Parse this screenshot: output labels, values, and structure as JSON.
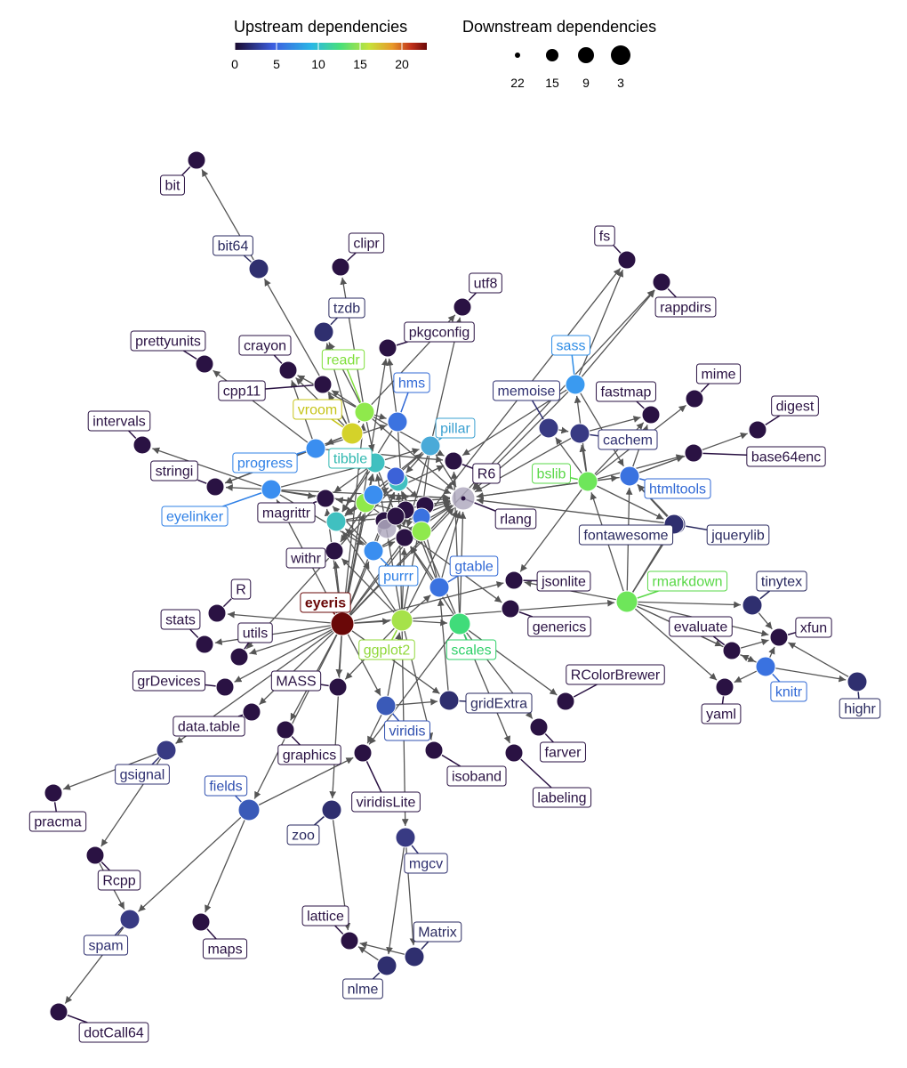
{
  "legend": {
    "color_title": "Upstream dependencies",
    "color_ticks": [
      "0",
      "5",
      "10",
      "15",
      "20"
    ],
    "size_title": "Downstream dependencies",
    "size_ticks": [
      "22",
      "15",
      "9",
      "3"
    ]
  },
  "nodes": [
    {
      "id": "bit",
      "label": "bit",
      "color": "#2a1243",
      "text_color": "#2a1243"
    },
    {
      "id": "bit64",
      "label": "bit64",
      "color": "#2f2f6f",
      "text_color": "#2a2a60"
    },
    {
      "id": "clipr",
      "label": "clipr",
      "color": "#2a1243",
      "text_color": "#2a1243"
    },
    {
      "id": "utf8",
      "label": "utf8",
      "color": "#2a1243",
      "text_color": "#2a1243"
    },
    {
      "id": "tzdb",
      "label": "tzdb",
      "color": "#2f2f6f",
      "text_color": "#2a2a60"
    },
    {
      "id": "pkgconfig",
      "label": "pkgconfig",
      "color": "#2a1243",
      "text_color": "#2a1243"
    },
    {
      "id": "fs",
      "label": "fs",
      "color": "#2a1243",
      "text_color": "#2a1243"
    },
    {
      "id": "rappdirs",
      "label": "rappdirs",
      "color": "#2a1243",
      "text_color": "#2a1243"
    },
    {
      "id": "prettyunits",
      "label": "prettyunits",
      "color": "#2a1243",
      "text_color": "#2a1243"
    },
    {
      "id": "crayon",
      "label": "crayon",
      "color": "#2a1243",
      "text_color": "#2a1243"
    },
    {
      "id": "cpp11",
      "label": "cpp11",
      "color": "#2a1243",
      "text_color": "#2a1243"
    },
    {
      "id": "readr",
      "label": "readr",
      "color": "#8fe94c",
      "text_color": "#7fdf3a"
    },
    {
      "id": "hms",
      "label": "hms",
      "color": "#3c73e0",
      "text_color": "#3068d5"
    },
    {
      "id": "sass",
      "label": "sass",
      "color": "#3a9af0",
      "text_color": "#2f8de6"
    },
    {
      "id": "memoise",
      "label": "memoise",
      "color": "#383a83",
      "text_color": "#2f3070"
    },
    {
      "id": "fastmap",
      "label": "fastmap",
      "color": "#2a1243",
      "text_color": "#2a1243"
    },
    {
      "id": "mime",
      "label": "mime",
      "color": "#2a1243",
      "text_color": "#2a1243"
    },
    {
      "id": "digest",
      "label": "digest",
      "color": "#2a1243",
      "text_color": "#2a1243"
    },
    {
      "id": "intervals",
      "label": "intervals",
      "color": "#2a1243",
      "text_color": "#2a1243"
    },
    {
      "id": "vroom",
      "label": "vroom",
      "color": "#d4d22a",
      "text_color": "#c6c41a"
    },
    {
      "id": "pillar",
      "label": "pillar",
      "color": "#4aaad8",
      "text_color": "#3aa0d0"
    },
    {
      "id": "cachem",
      "label": "cachem",
      "color": "#383a83",
      "text_color": "#2f3070"
    },
    {
      "id": "progress",
      "label": "progress",
      "color": "#3a8ef0",
      "text_color": "#2f80e6"
    },
    {
      "id": "tibble",
      "label": "tibble",
      "color": "#40c0c0",
      "text_color": "#30b8b0"
    },
    {
      "id": "R6",
      "label": "R6",
      "color": "#2a1243",
      "text_color": "#2a1243"
    },
    {
      "id": "bslib",
      "label": "bslib",
      "color": "#6ee65a",
      "text_color": "#5ad848"
    },
    {
      "id": "base64enc",
      "label": "base64enc",
      "color": "#2a1243",
      "text_color": "#2a1243"
    },
    {
      "id": "stringi",
      "label": "stringi",
      "color": "#2a1243",
      "text_color": "#2a1243"
    },
    {
      "id": "htmltools",
      "label": "htmltools",
      "color": "#3a72e0",
      "text_color": "#3068d5"
    },
    {
      "id": "eyelinker",
      "label": "eyelinker",
      "color": "#3a8ef0",
      "text_color": "#2f80e6"
    },
    {
      "id": "magrittr",
      "label": "magrittr",
      "color": "#2a1243",
      "text_color": "#2a1243"
    },
    {
      "id": "rlang",
      "label": "rlang",
      "color": "#b0aac0",
      "text_color": "#2a1243"
    },
    {
      "id": "fontawesome",
      "label": "fontawesome",
      "color": "#2f2f6f",
      "text_color": "#2a2a60"
    },
    {
      "id": "jquerylib",
      "label": "jquerylib",
      "color": "#2f2f6f",
      "text_color": "#2a2a60"
    },
    {
      "id": "withr",
      "label": "withr",
      "color": "#2a1243",
      "text_color": "#2a1243"
    },
    {
      "id": "gtable",
      "label": "gtable",
      "color": "#3a72e0",
      "text_color": "#3068d5"
    },
    {
      "id": "purrr",
      "label": "purrr",
      "color": "#3a8ef0",
      "text_color": "#2f80e6"
    },
    {
      "id": "jsonlite",
      "label": "jsonlite",
      "color": "#2a1243",
      "text_color": "#2a1243"
    },
    {
      "id": "rmarkdown",
      "label": "rmarkdown",
      "color": "#6ee65a",
      "text_color": "#5ad848"
    },
    {
      "id": "tinytex",
      "label": "tinytex",
      "color": "#2f2f6f",
      "text_color": "#2a2a60"
    },
    {
      "id": "R",
      "label": "R",
      "color": "#2a1243",
      "text_color": "#2a1243"
    },
    {
      "id": "eyeris",
      "label": "eyeris",
      "color": "#6a0808",
      "text_color": "#6a0808"
    },
    {
      "id": "stats",
      "label": "stats",
      "color": "#2a1243",
      "text_color": "#2a1243"
    },
    {
      "id": "utils",
      "label": "utils",
      "color": "#2a1243",
      "text_color": "#2a1243"
    },
    {
      "id": "generics",
      "label": "generics",
      "color": "#2a1243",
      "text_color": "#2a1243"
    },
    {
      "id": "ggplot2",
      "label": "ggplot2",
      "color": "#a6e24a",
      "text_color": "#90d83a"
    },
    {
      "id": "scales",
      "label": "scales",
      "color": "#40dc7a",
      "text_color": "#30d06a"
    },
    {
      "id": "evaluate",
      "label": "evaluate",
      "color": "#2a1243",
      "text_color": "#2a1243"
    },
    {
      "id": "xfun",
      "label": "xfun",
      "color": "#2a1243",
      "text_color": "#2a1243"
    },
    {
      "id": "grDevices",
      "label": "grDevices",
      "color": "#2a1243",
      "text_color": "#2a1243"
    },
    {
      "id": "MASS",
      "label": "MASS",
      "color": "#2a1243",
      "text_color": "#2a1243"
    },
    {
      "id": "RColorBrewer",
      "label": "RColorBrewer",
      "color": "#2a1243",
      "text_color": "#2a1243"
    },
    {
      "id": "knitr",
      "label": "knitr",
      "color": "#3a72e0",
      "text_color": "#3068d5"
    },
    {
      "id": "yaml",
      "label": "yaml",
      "color": "#2a1243",
      "text_color": "#2a1243"
    },
    {
      "id": "highr",
      "label": "highr",
      "color": "#2f2f6f",
      "text_color": "#2a2a60"
    },
    {
      "id": "gridExtra",
      "label": "gridExtra",
      "color": "#2f2f6f",
      "text_color": "#2a2a60"
    },
    {
      "id": "data.table",
      "label": "data.table",
      "color": "#2a1243",
      "text_color": "#2a1243"
    },
    {
      "id": "viridis",
      "label": "viridis",
      "color": "#3a5ab8",
      "text_color": "#3050b0"
    },
    {
      "id": "graphics",
      "label": "graphics",
      "color": "#2a1243",
      "text_color": "#2a1243"
    },
    {
      "id": "farver",
      "label": "farver",
      "color": "#2a1243",
      "text_color": "#2a1243"
    },
    {
      "id": "gsignal",
      "label": "gsignal",
      "color": "#383a83",
      "text_color": "#2f3070"
    },
    {
      "id": "isoband",
      "label": "isoband",
      "color": "#2a1243",
      "text_color": "#2a1243"
    },
    {
      "id": "labeling",
      "label": "labeling",
      "color": "#2a1243",
      "text_color": "#2a1243"
    },
    {
      "id": "fields",
      "label": "fields",
      "color": "#3a5ab8",
      "text_color": "#3050b0"
    },
    {
      "id": "viridisLite",
      "label": "viridisLite",
      "color": "#2a1243",
      "text_color": "#2a1243"
    },
    {
      "id": "pracma",
      "label": "pracma",
      "color": "#2a1243",
      "text_color": "#2a1243"
    },
    {
      "id": "zoo",
      "label": "zoo",
      "color": "#2f2f6f",
      "text_color": "#2a2a60"
    },
    {
      "id": "Rcpp",
      "label": "Rcpp",
      "color": "#2a1243",
      "text_color": "#2a1243"
    },
    {
      "id": "mgcv",
      "label": "mgcv",
      "color": "#383a83",
      "text_color": "#2f3070"
    },
    {
      "id": "spam",
      "label": "spam",
      "color": "#383a83",
      "text_color": "#2f3070"
    },
    {
      "id": "maps",
      "label": "maps",
      "color": "#2a1243",
      "text_color": "#2a1243"
    },
    {
      "id": "lattice",
      "label": "lattice",
      "color": "#2a1243",
      "text_color": "#2a1243"
    },
    {
      "id": "Matrix",
      "label": "Matrix",
      "color": "#2f2f6f",
      "text_color": "#2a2a60"
    },
    {
      "id": "nlme",
      "label": "nlme",
      "color": "#2f2f6f",
      "text_color": "#2a2a60"
    },
    {
      "id": "dotCall64",
      "label": "dotCall64",
      "color": "#2a1243",
      "text_color": "#2a1243"
    },
    {
      "id": "lifecycle",
      "label": "",
      "color": "#2a1243",
      "text_color": "#2a1243"
    },
    {
      "id": "glue",
      "label": "",
      "color": "#2a1243",
      "text_color": "#2a1243"
    },
    {
      "id": "vctrs",
      "label": "",
      "color": "#40c0c0",
      "text_color": "#2a1243"
    },
    {
      "id": "cli",
      "label": "",
      "color": "#40c0c0",
      "text_color": "#2a1243"
    },
    {
      "id": "dplyr",
      "label": "",
      "color": "#8fe94c",
      "text_color": "#2a1243"
    },
    {
      "id": "tidyselect",
      "label": "",
      "color": "#3a8ef0",
      "text_color": "#2a1243"
    },
    {
      "id": "pkgA",
      "label": "",
      "color": "#3c62d8",
      "text_color": "#2a1243"
    },
    {
      "id": "pkgB",
      "label": "",
      "color": "#2a1243",
      "text_color": "#2a1243"
    },
    {
      "id": "pkgC",
      "label": "",
      "color": "#2a1243",
      "text_color": "#2a1243"
    },
    {
      "id": "pkgD",
      "label": "",
      "color": "#3a72e0",
      "text_color": "#2a1243"
    },
    {
      "id": "pkgE",
      "label": "",
      "color": "#2a1243",
      "text_color": "#2a1243"
    },
    {
      "id": "pkgF",
      "label": "",
      "color": "#b0aac0",
      "text_color": "#2a1243"
    },
    {
      "id": "pkgG",
      "label": "",
      "color": "#8fe94c",
      "text_color": "#2a1243"
    },
    {
      "id": "pkgH",
      "label": "",
      "color": "#2a1243",
      "text_color": "#2a1243"
    }
  ],
  "edges": [
    [
      "bit64",
      "bit"
    ],
    [
      "eyeris",
      "pkgconfig"
    ],
    [
      "eyeris",
      "fs"
    ],
    [
      "eyeris",
      "rappdirs"
    ],
    [
      "readr",
      "clipr"
    ],
    [
      "readr",
      "tzdb"
    ],
    [
      "readr",
      "utf8"
    ],
    [
      "readr",
      "crayon"
    ],
    [
      "readr",
      "cpp11"
    ],
    [
      "readr",
      "hms"
    ],
    [
      "readr",
      "vroom"
    ],
    [
      "readr",
      "tibble"
    ],
    [
      "readr",
      "R6"
    ],
    [
      "readr",
      "rlang"
    ],
    [
      "vroom",
      "bit64"
    ],
    [
      "vroom",
      "progress"
    ],
    [
      "vroom",
      "tzdb"
    ],
    [
      "vroom",
      "crayon"
    ],
    [
      "vroom",
      "cpp11"
    ],
    [
      "progress",
      "prettyunits"
    ],
    [
      "progress",
      "crayon"
    ],
    [
      "progress",
      "R6"
    ],
    [
      "progress",
      "hms"
    ],
    [
      "eyelinker",
      "intervals"
    ],
    [
      "eyelinker",
      "stringi"
    ],
    [
      "eyelinker",
      "magrittr"
    ],
    [
      "eyelinker",
      "tibble"
    ],
    [
      "eyelinker",
      "rlang"
    ],
    [
      "eyelinker",
      "purrr"
    ],
    [
      "eyelinker",
      "dplyr"
    ],
    [
      "sass",
      "fs"
    ],
    [
      "sass",
      "rappdirs"
    ],
    [
      "sass",
      "R6"
    ],
    [
      "sass",
      "htmltools"
    ],
    [
      "sass",
      "rlang"
    ],
    [
      "memoise",
      "cachem"
    ],
    [
      "memoise",
      "rlang"
    ],
    [
      "cachem",
      "fastmap"
    ],
    [
      "cachem",
      "rlang"
    ],
    [
      "bslib",
      "sass"
    ],
    [
      "bslib",
      "memoise"
    ],
    [
      "bslib",
      "cachem"
    ],
    [
      "bslib",
      "fastmap"
    ],
    [
      "bslib",
      "htmltools"
    ],
    [
      "bslib",
      "base64enc"
    ],
    [
      "bslib",
      "jquerylib"
    ],
    [
      "bslib",
      "mime"
    ],
    [
      "bslib",
      "jsonlite"
    ],
    [
      "bslib",
      "rlang"
    ],
    [
      "htmltools",
      "digest"
    ],
    [
      "htmltools",
      "base64enc"
    ],
    [
      "htmltools",
      "fastmap"
    ],
    [
      "htmltools",
      "rlang"
    ],
    [
      "jquerylib",
      "htmltools"
    ],
    [
      "fontawesome",
      "htmltools"
    ],
    [
      "fontawesome",
      "rlang"
    ],
    [
      "rmarkdown",
      "bslib"
    ],
    [
      "rmarkdown",
      "evaluate"
    ],
    [
      "rmarkdown",
      "fontawesome"
    ],
    [
      "rmarkdown",
      "htmltools"
    ],
    [
      "rmarkdown",
      "jquerylib"
    ],
    [
      "rmarkdown",
      "jsonlite"
    ],
    [
      "rmarkdown",
      "knitr"
    ],
    [
      "rmarkdown",
      "tinytex"
    ],
    [
      "rmarkdown",
      "xfun"
    ],
    [
      "rmarkdown",
      "yaml"
    ],
    [
      "tinytex",
      "xfun"
    ],
    [
      "knitr",
      "evaluate"
    ],
    [
      "knitr",
      "highr"
    ],
    [
      "knitr",
      "xfun"
    ],
    [
      "knitr",
      "yaml"
    ],
    [
      "highr",
      "xfun"
    ],
    [
      "evaluate",
      "xfun"
    ],
    [
      "eyeris",
      "R"
    ],
    [
      "eyeris",
      "stats"
    ],
    [
      "eyeris",
      "utils"
    ],
    [
      "eyeris",
      "grDevices"
    ],
    [
      "eyeris",
      "MASS"
    ],
    [
      "eyeris",
      "data.table"
    ],
    [
      "eyeris",
      "graphics"
    ],
    [
      "eyeris",
      "gsignal"
    ],
    [
      "eyeris",
      "fields"
    ],
    [
      "eyeris",
      "zoo"
    ],
    [
      "eyeris",
      "readr"
    ],
    [
      "eyeris",
      "eyelinker"
    ],
    [
      "eyeris",
      "withr"
    ],
    [
      "eyeris",
      "magrittr"
    ],
    [
      "eyeris",
      "ggplot2"
    ],
    [
      "eyeris",
      "viridis"
    ],
    [
      "eyeris",
      "gridExtra"
    ],
    [
      "eyeris",
      "rmarkdown"
    ],
    [
      "eyeris",
      "purrr"
    ],
    [
      "eyeris",
      "dplyr"
    ],
    [
      "eyeris",
      "tibble"
    ],
    [
      "eyeris",
      "jsonlite"
    ],
    [
      "eyeris",
      "cli"
    ],
    [
      "eyeris",
      "glue"
    ],
    [
      "eyeris",
      "rlang"
    ],
    [
      "ggplot2",
      "gtable"
    ],
    [
      "ggplot2",
      "scales"
    ],
    [
      "ggplot2",
      "MASS"
    ],
    [
      "ggplot2",
      "isoband"
    ],
    [
      "ggplot2",
      "mgcv"
    ],
    [
      "ggplot2",
      "withr"
    ],
    [
      "ggplot2",
      "rlang"
    ],
    [
      "ggplot2",
      "vctrs"
    ],
    [
      "ggplot2",
      "glue"
    ],
    [
      "ggplot2",
      "cli"
    ],
    [
      "ggplot2",
      "tibble"
    ],
    [
      "ggplot2",
      "lifecycle"
    ],
    [
      "scales",
      "farver"
    ],
    [
      "scales",
      "labeling"
    ],
    [
      "scales",
      "RColorBrewer"
    ],
    [
      "scales",
      "viridisLite"
    ],
    [
      "scales",
      "R6"
    ],
    [
      "scales",
      "rlang"
    ],
    [
      "scales",
      "lifecycle"
    ],
    [
      "scales",
      "cli"
    ],
    [
      "gtable",
      "rlang"
    ],
    [
      "gtable",
      "cli"
    ],
    [
      "gtable",
      "glue"
    ],
    [
      "gtable",
      "lifecycle"
    ],
    [
      "gridExtra",
      "gtable"
    ],
    [
      "viridis",
      "viridisLite"
    ],
    [
      "viridis",
      "ggplot2"
    ],
    [
      "viridis",
      "gridExtra"
    ],
    [
      "gsignal",
      "pracma"
    ],
    [
      "gsignal",
      "Rcpp"
    ],
    [
      "fields",
      "spam"
    ],
    [
      "fields",
      "maps"
    ],
    [
      "fields",
      "viridisLite"
    ],
    [
      "spam",
      "dotCall64"
    ],
    [
      "Rcpp",
      "spam"
    ],
    [
      "mgcv",
      "Matrix"
    ],
    [
      "mgcv",
      "nlme"
    ],
    [
      "Matrix",
      "lattice"
    ],
    [
      "nlme",
      "lattice"
    ],
    [
      "zoo",
      "lattice"
    ],
    [
      "tibble",
      "pillar"
    ],
    [
      "tibble",
      "magrittr"
    ],
    [
      "tibble",
      "rlang"
    ],
    [
      "tibble",
      "vctrs"
    ],
    [
      "tibble",
      "lifecycle"
    ],
    [
      "pillar",
      "utf8"
    ],
    [
      "pillar",
      "cli"
    ],
    [
      "pillar",
      "glue"
    ],
    [
      "pillar",
      "rlang"
    ],
    [
      "pillar",
      "vctrs"
    ],
    [
      "pillar",
      "lifecycle"
    ],
    [
      "hms",
      "pkgconfig"
    ],
    [
      "hms",
      "vctrs"
    ],
    [
      "hms",
      "lifecycle"
    ],
    [
      "purrr",
      "magrittr"
    ],
    [
      "purrr",
      "rlang"
    ],
    [
      "purrr",
      "vctrs"
    ],
    [
      "purrr",
      "cli"
    ],
    [
      "purrr",
      "lifecycle"
    ],
    [
      "dplyr",
      "generics"
    ],
    [
      "dplyr",
      "magrittr"
    ],
    [
      "dplyr",
      "pillar"
    ],
    [
      "dplyr",
      "R6"
    ],
    [
      "dplyr",
      "tidyselect"
    ],
    [
      "dplyr",
      "tibble"
    ],
    [
      "dplyr",
      "vctrs"
    ],
    [
      "dplyr",
      "glue"
    ],
    [
      "dplyr",
      "rlang"
    ],
    [
      "tidyselect",
      "vctrs"
    ],
    [
      "tidyselect",
      "withr"
    ],
    [
      "tidyselect",
      "rlang"
    ],
    [
      "vctrs",
      "rlang"
    ],
    [
      "vctrs",
      "glue"
    ],
    [
      "vctrs",
      "cli"
    ],
    [
      "cli",
      "utils"
    ],
    [
      "lifecycle",
      "rlang"
    ],
    [
      "pkgA",
      "pkgB"
    ],
    [
      "pkgG",
      "pkgC"
    ],
    [
      "pkgD",
      "pkgE"
    ],
    [
      "pkgF",
      "rlang"
    ],
    [
      "pkgH",
      "rlang"
    ],
    [
      "vroom",
      "stringi"
    ],
    [
      "progress",
      "stringi"
    ]
  ]
}
